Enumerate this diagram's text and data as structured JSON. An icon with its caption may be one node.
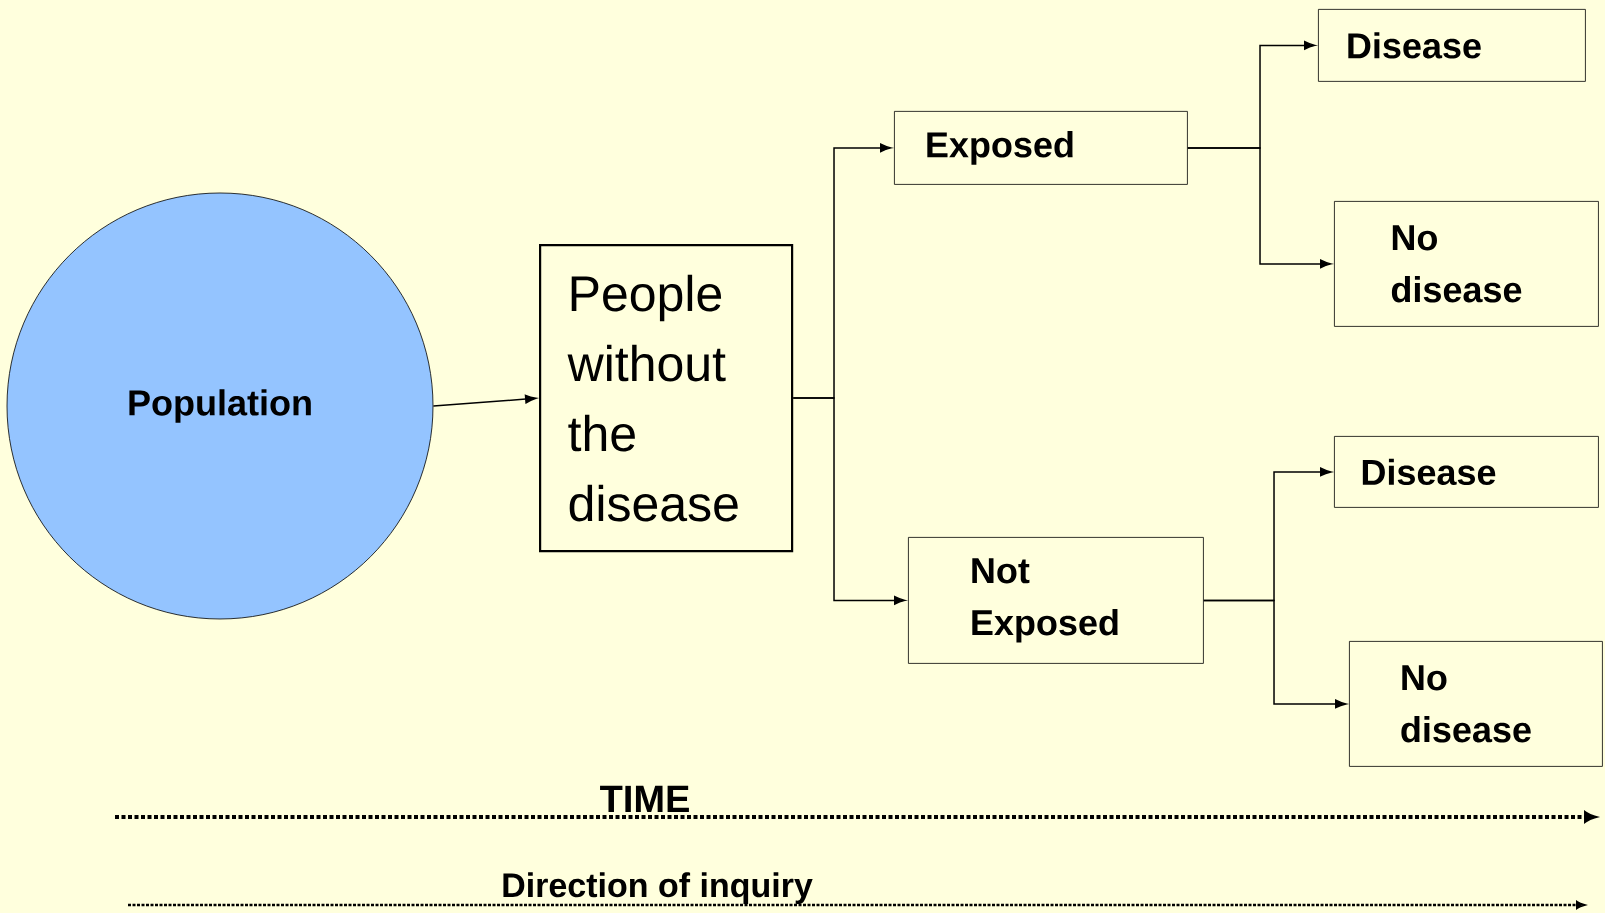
{
  "diagram": {
    "nodes": [
      {
        "text": [
          "Population"
        ]
      },
      {
        "text": [
          "People without the disease"
        ]
      },
      {
        "text": [
          "Exposed"
        ]
      },
      {
        "text": [
          "Not Exposed"
        ]
      },
      {
        "text": [
          "Disease"
        ]
      },
      {
        "text": [
          "No disease"
        ]
      },
      {
        "text": [
          "Disease"
        ]
      },
      {
        "text": [
          "No disease"
        ]
      }
    ],
    "edges": [
      {
        "from": 0,
        "to": 1,
        "arrow": "to"
      },
      {
        "from": 1,
        "to": 2,
        "arrow": "to"
      },
      {
        "from": 1,
        "to": 3,
        "arrow": "to"
      },
      {
        "from": 2,
        "to": 4,
        "arrow": "to"
      },
      {
        "from": 2,
        "to": 5,
        "arrow": "to"
      },
      {
        "from": 3,
        "to": 6,
        "arrow": "to"
      },
      {
        "from": 3,
        "to": 7,
        "arrow": "to"
      }
    ],
    "labels": [
      "TIME",
      "Direction of inquiry"
    ]
  }
}
